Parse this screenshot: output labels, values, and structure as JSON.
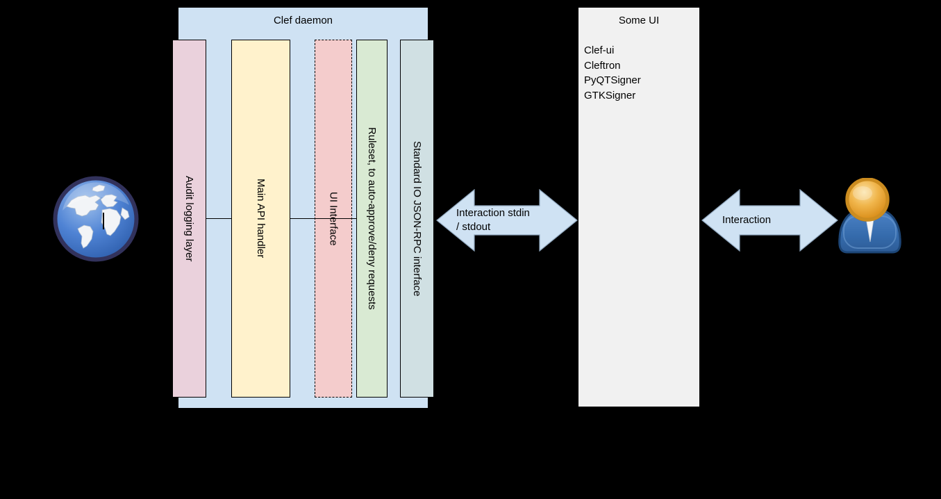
{
  "clef": {
    "title": "Clef daemon",
    "bars": [
      {
        "label": "Audit logging layer",
        "color": "#ead1dc",
        "dashed": false
      },
      {
        "label": "Main API handler",
        "color": "#fff2cc",
        "dashed": false
      },
      {
        "label": "UI Interface",
        "color": "#f4cccc",
        "dashed": true
      },
      {
        "label": "Ruleset, to auto-approve/deny requests",
        "color": "#d9ead3",
        "dashed": false
      },
      {
        "label": "Standard IO JSON-RPC interface",
        "color": "#d0e0e3",
        "dashed": false
      }
    ],
    "container_color": "#cfe2f3"
  },
  "some_ui": {
    "title": "Some UI",
    "items": [
      "Clef-ui",
      "Cleftron",
      "PyQTSigner",
      "GTKSigner"
    ],
    "box_color": "#f1f1f1"
  },
  "arrows": {
    "io": {
      "line1": "Interaction stdin",
      "line2": "/ stdout",
      "fill": "#cfe2f3"
    },
    "user": {
      "label": "Interaction",
      "fill": "#cfe2f3"
    }
  },
  "icons": {
    "left": "globe-icon",
    "right": "user-icon"
  },
  "colors": {
    "background": "#000000",
    "line": "#000000",
    "text": "#000000"
  }
}
